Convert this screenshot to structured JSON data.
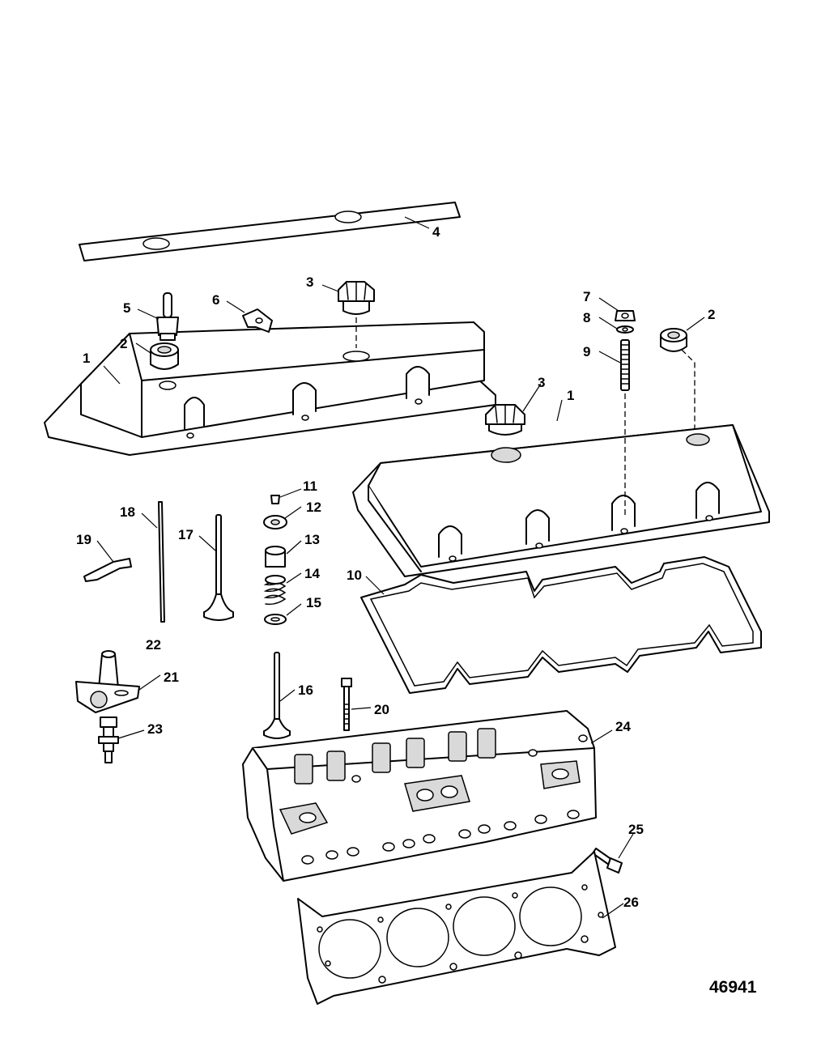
{
  "figure_number": "46941",
  "callouts": {
    "c1a": "1",
    "c1b": "1",
    "c2a": "2",
    "c2b": "2",
    "c3a": "3",
    "c3b": "3",
    "c4": "4",
    "c5": "5",
    "c6": "6",
    "c7": "7",
    "c8": "8",
    "c9": "9",
    "c10": "10",
    "c11": "11",
    "c12": "12",
    "c13": "13",
    "c14": "14",
    "c15": "15",
    "c16": "16",
    "c17": "17",
    "c18": "18",
    "c19": "19",
    "c20": "20",
    "c21": "21",
    "c22": "22",
    "c23": "23",
    "c24": "24",
    "c25": "25",
    "c26": "26"
  }
}
